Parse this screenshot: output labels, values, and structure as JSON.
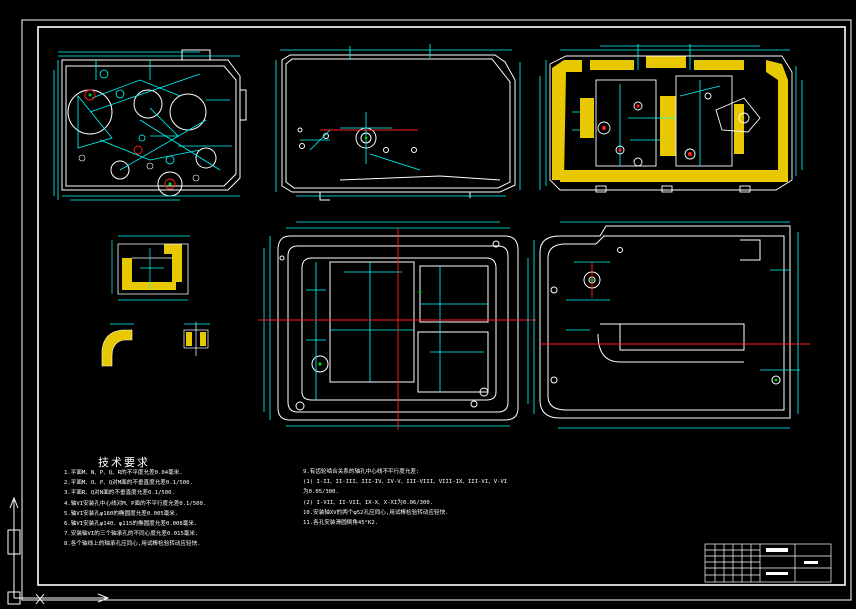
{
  "colors": {
    "background": "#000000",
    "outline": "#ffffff",
    "dimension": "#00ffff",
    "center_line": "#ff2020",
    "hatch": "#e8c800",
    "accent": "#00d000"
  },
  "notes": {
    "title": "技术要求",
    "left": [
      "1.平面M、N、P、Q、R的不平度允差0.04毫米.",
      "2.平面M、O、P、Q对M面的不垂直度允差0.1/500.",
      "3.平面R、Q对N面的不垂直度允差0.1/500.",
      "4.轴VI安装孔中心线对M、P面的不平行度允差0.1/500.",
      "5.轴VI安装孔φ160的椭圆度允差0.005毫米.",
      "6.轴VI安装孔φ140、φ115的椭圆度允差0.008毫米.",
      "7.安装轴VI的三个轴承孔的不同心度允差0.015毫米.",
      "8.各个轴线上的轴承孔应同心,用试棒检验转动应轻快."
    ],
    "right": [
      "9.有齿轮啮合关系的轴孔中心线不平行度允差:",
      "(1) I-II、II-III、III-IV、IV-V、III-VIII、VIII-IX、III-VI、V-VI",
      "为0.05/300.",
      "(2) I-VII、II-VII、IX-X、X-XI为0.06/300.",
      "10.安装轴XV的两个φ52孔应同心,用试棒检验转动应轻快.",
      "11.各孔安装滑圆倒角45°K2."
    ]
  }
}
